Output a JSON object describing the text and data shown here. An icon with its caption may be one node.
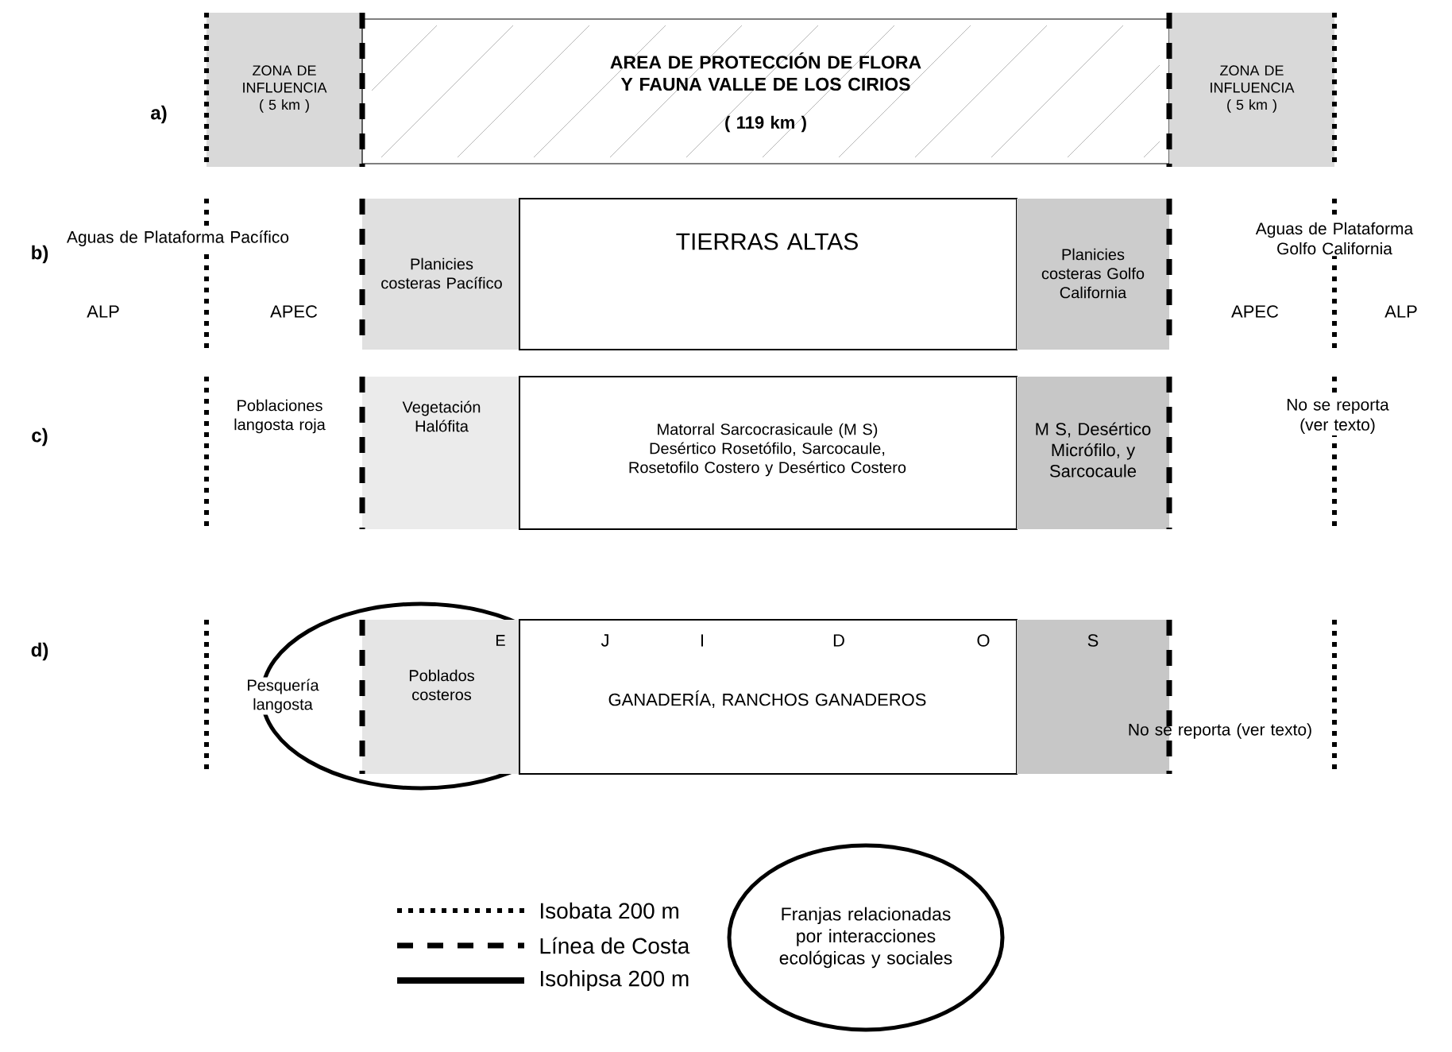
{
  "diagram": {
    "nodes": [
      {
        "text": [
          "ZONA DE INFLUENCIA ( 5 km )"
        ]
      },
      {
        "text": [
          "AREA DE PROTECCIÓN DE FLORA Y FAUNA VALLE DE LOS CIRIOS",
          "( 119 km )"
        ]
      },
      {
        "text": [
          "ZONA DE INFLUENCIA ( 5 km )"
        ]
      },
      {
        "text": [
          "Planicies costeras Pacífico"
        ]
      },
      {
        "text": [
          "TIERRAS ALTAS"
        ]
      },
      {
        "text": [
          "Planicies costeras Golfo California"
        ]
      },
      {
        "text": [
          "Vegetación Halófita"
        ]
      },
      {
        "text": [
          "Matorral Sarcocrasicaule (M S) Desértico Rosetófilo, Sarcocaule, Rosetofilo Costero y Desértico Costero"
        ]
      },
      {
        "text": [
          "M S, Desértico Micrófilo, y Sarcocaule"
        ]
      },
      {
        "text": [
          "E",
          "Poblados costeros"
        ]
      },
      {
        "text": [
          "J",
          "I",
          "D",
          "O",
          "GANADERÍA, RANCHOS GANADEROS"
        ]
      },
      {
        "text": [
          "S"
        ]
      }
    ],
    "labels": [
      "a)",
      "b)",
      "Aguas de Plataforma Pacífico",
      "Aguas de Plataforma Golfo California",
      "ALP",
      "APEC",
      "APEC",
      "ALP",
      "c)",
      "Poblaciones langosta roja",
      "No se reporta (ver texto)",
      "d)",
      "Pesquería langosta",
      "No se reporta (ver texto)"
    ],
    "legend": [
      {
        "text": "Isobata 200 m"
      },
      {
        "text": "Línea de Costa"
      },
      {
        "text": "Isohipsa 200 m"
      },
      {
        "text": "Franjas relacionadas por interacciones ecológicas y sociales"
      }
    ]
  }
}
